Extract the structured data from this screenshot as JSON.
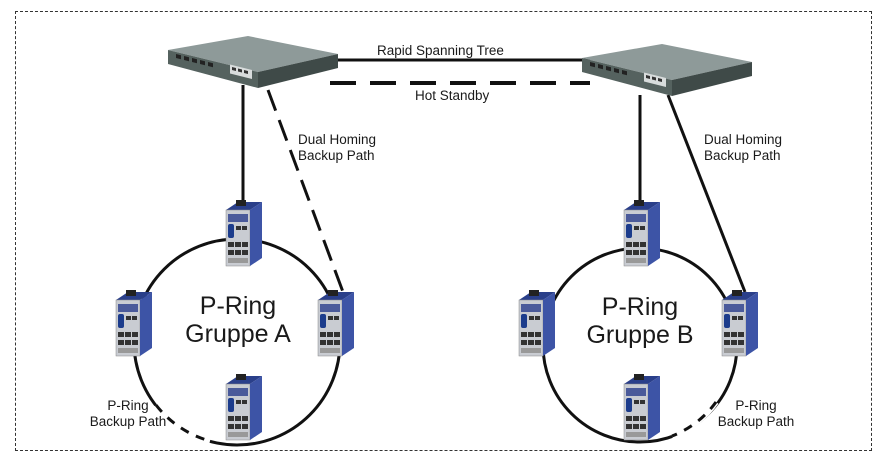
{
  "links": {
    "rapid_spanning_tree": "Rapid Spanning Tree",
    "hot_standby": "Hot Standby"
  },
  "group_a": {
    "ring_name": "P-Ring",
    "group_name": "Gruppe A",
    "dual_homing_line1": "Dual Homing",
    "dual_homing_line2": "Backup Path",
    "backup_line1": "P-Ring",
    "backup_line2": "Backup Path"
  },
  "group_b": {
    "ring_name": "P-Ring",
    "group_name": "Gruppe B",
    "dual_homing_line1": "Dual Homing",
    "dual_homing_line2": "Backup Path",
    "backup_line1": "P-Ring",
    "backup_line2": "Backup Path"
  },
  "colors": {
    "rack_switch": "#5d6d6c",
    "din_switch_body": "#3d54a6",
    "din_switch_front": "#c9ccd2",
    "line": "#111111"
  }
}
